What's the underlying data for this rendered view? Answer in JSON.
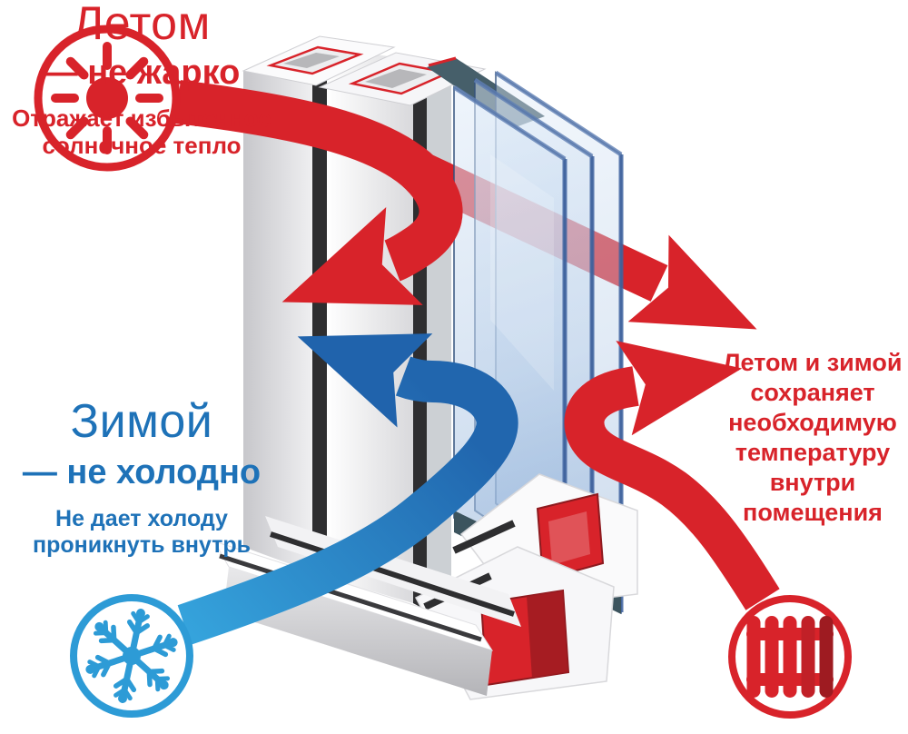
{
  "palette": {
    "red": "#d8232a",
    "red_dark": "#9e1b21",
    "blue": "#1e72b8",
    "blue_light": "#2d9bd6",
    "gasket": "#2e2e30",
    "glass_edge": "#3f63a0"
  },
  "summer": {
    "title": "Летом",
    "subtitle": "— не жарко",
    "description": "Отражает избыточное солнечное тепло"
  },
  "winter": {
    "title": "Зимой",
    "subtitle": "— не холодно",
    "description": "Не дает холоду проникнуть внутрь"
  },
  "benefit": {
    "text": "Летом и зимой сохраняет необходимую температуру внутри помещения"
  },
  "icons": {
    "sun": "sun-in-red-circle",
    "snowflake": "snowflake-in-blue-circle",
    "radiator": "radiator-in-red-circle"
  }
}
